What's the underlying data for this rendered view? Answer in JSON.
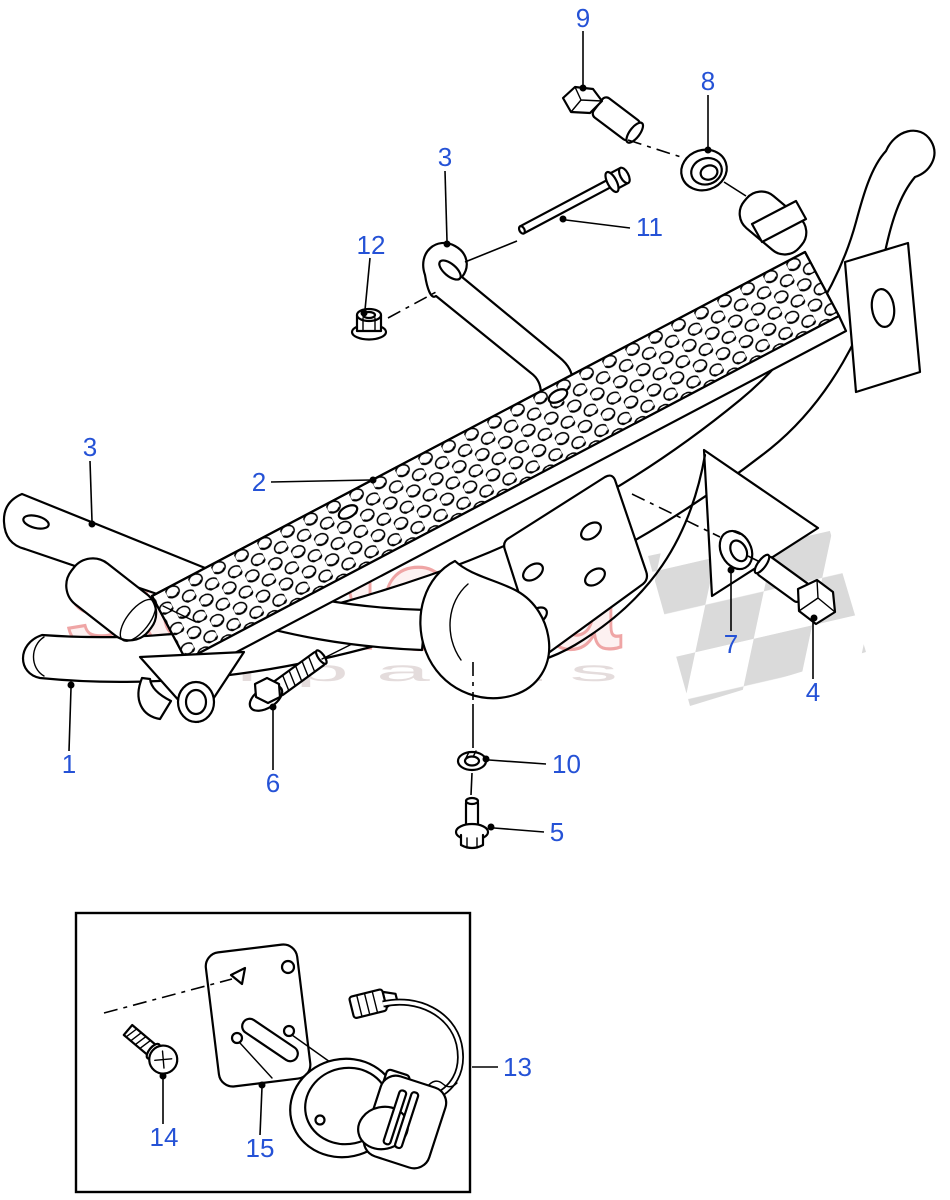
{
  "diagram": {
    "type": "exploded-parts-diagram",
    "callouts": [
      {
        "label": "9"
      },
      {
        "label": "8"
      },
      {
        "label": "3"
      },
      {
        "label": "11"
      },
      {
        "label": "12"
      },
      {
        "label": "3"
      },
      {
        "label": "2"
      },
      {
        "label": "7"
      },
      {
        "label": "4"
      },
      {
        "label": "1"
      },
      {
        "label": "6"
      },
      {
        "label": "10"
      },
      {
        "label": "5"
      },
      {
        "label": "13"
      },
      {
        "label": "14"
      },
      {
        "label": "15"
      }
    ]
  },
  "watermark": {
    "brand": "scuderia",
    "subtitle": "c  a  r  p  a  r  t  s"
  },
  "colors": {
    "callout_blue": "#2552d6",
    "line": "#000000",
    "watermark_outline": "#efa5a5",
    "watermark_fill": "#fdf1f1",
    "watermark_subtitle": "#e4dcdc",
    "flag_gray": "#dadada",
    "background": "#ffffff"
  }
}
